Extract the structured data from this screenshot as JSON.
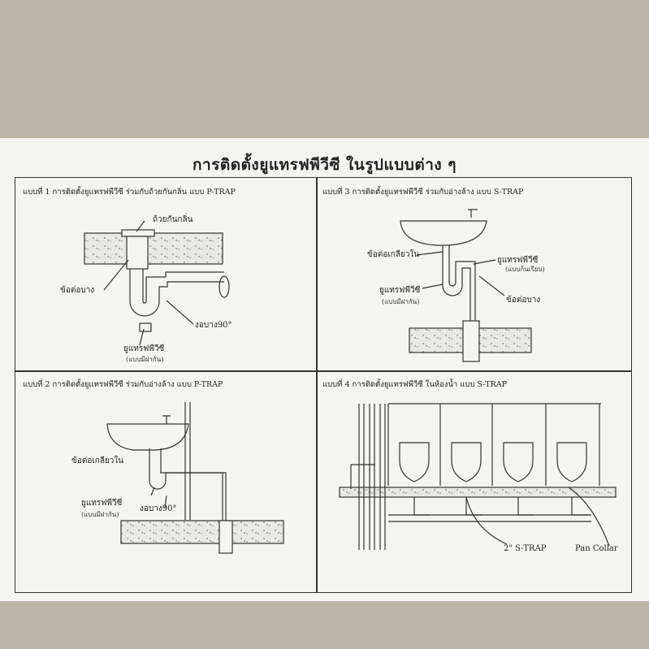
{
  "title": "การติดตั้งยูแทรฟพีวีซี ในรูปแบบต่าง ๆ",
  "panels": {
    "p1": {
      "caption": "แบบที่ 1 การติดตั้งยูแทรฟพีวีซี ร่วมกับถ้วยกันกลิ่น แบบ P-TRAP",
      "floor_drain": "ถ้วยกันกลิ่น",
      "adapter": "ข้อต่อบาง",
      "elbow": "งอบาง90°",
      "utrap": "ยูแทรฟพีวีซี",
      "utrap_sub": "(แบบมีฝากัน)"
    },
    "p2": {
      "caption": "แบบที่ 2 การติดตั้งยูแทรฟพีวีซี ร่วมกับอ่างล้าง แบบ P-TRAP",
      "thread": "ข้อต่อเกลียวใน",
      "utrap": "ยูแทรฟพีวีซี",
      "utrap_sub": "(แบบมีฝากัน)",
      "elbow": "งอบาง90°"
    },
    "p3": {
      "caption": "แบบที่ 3 การติดตั้งยูแทรฟพีวีซี ร่วมกับอ่างล้าง แบบ S-TRAP",
      "thread": "ข้อต่อเกลียวใน",
      "utrap_right": "ยูแทรฟพีวีซี",
      "utrap_right_sub": "(แบบก้นเรียบ)",
      "utrap_left": "ยูแทรฟพีวีซี",
      "utrap_left_sub": "(แบบมีฝากัน)",
      "adapter": "ข้อต่อบาง"
    },
    "p4": {
      "caption": "แบบที่ 4 การติดตั้งยูแทรฟพีวีซี ในห้องน้ำ แบบ S-TRAP",
      "strap": "2\" S-TRAP",
      "collar": "Pan Collar"
    }
  }
}
